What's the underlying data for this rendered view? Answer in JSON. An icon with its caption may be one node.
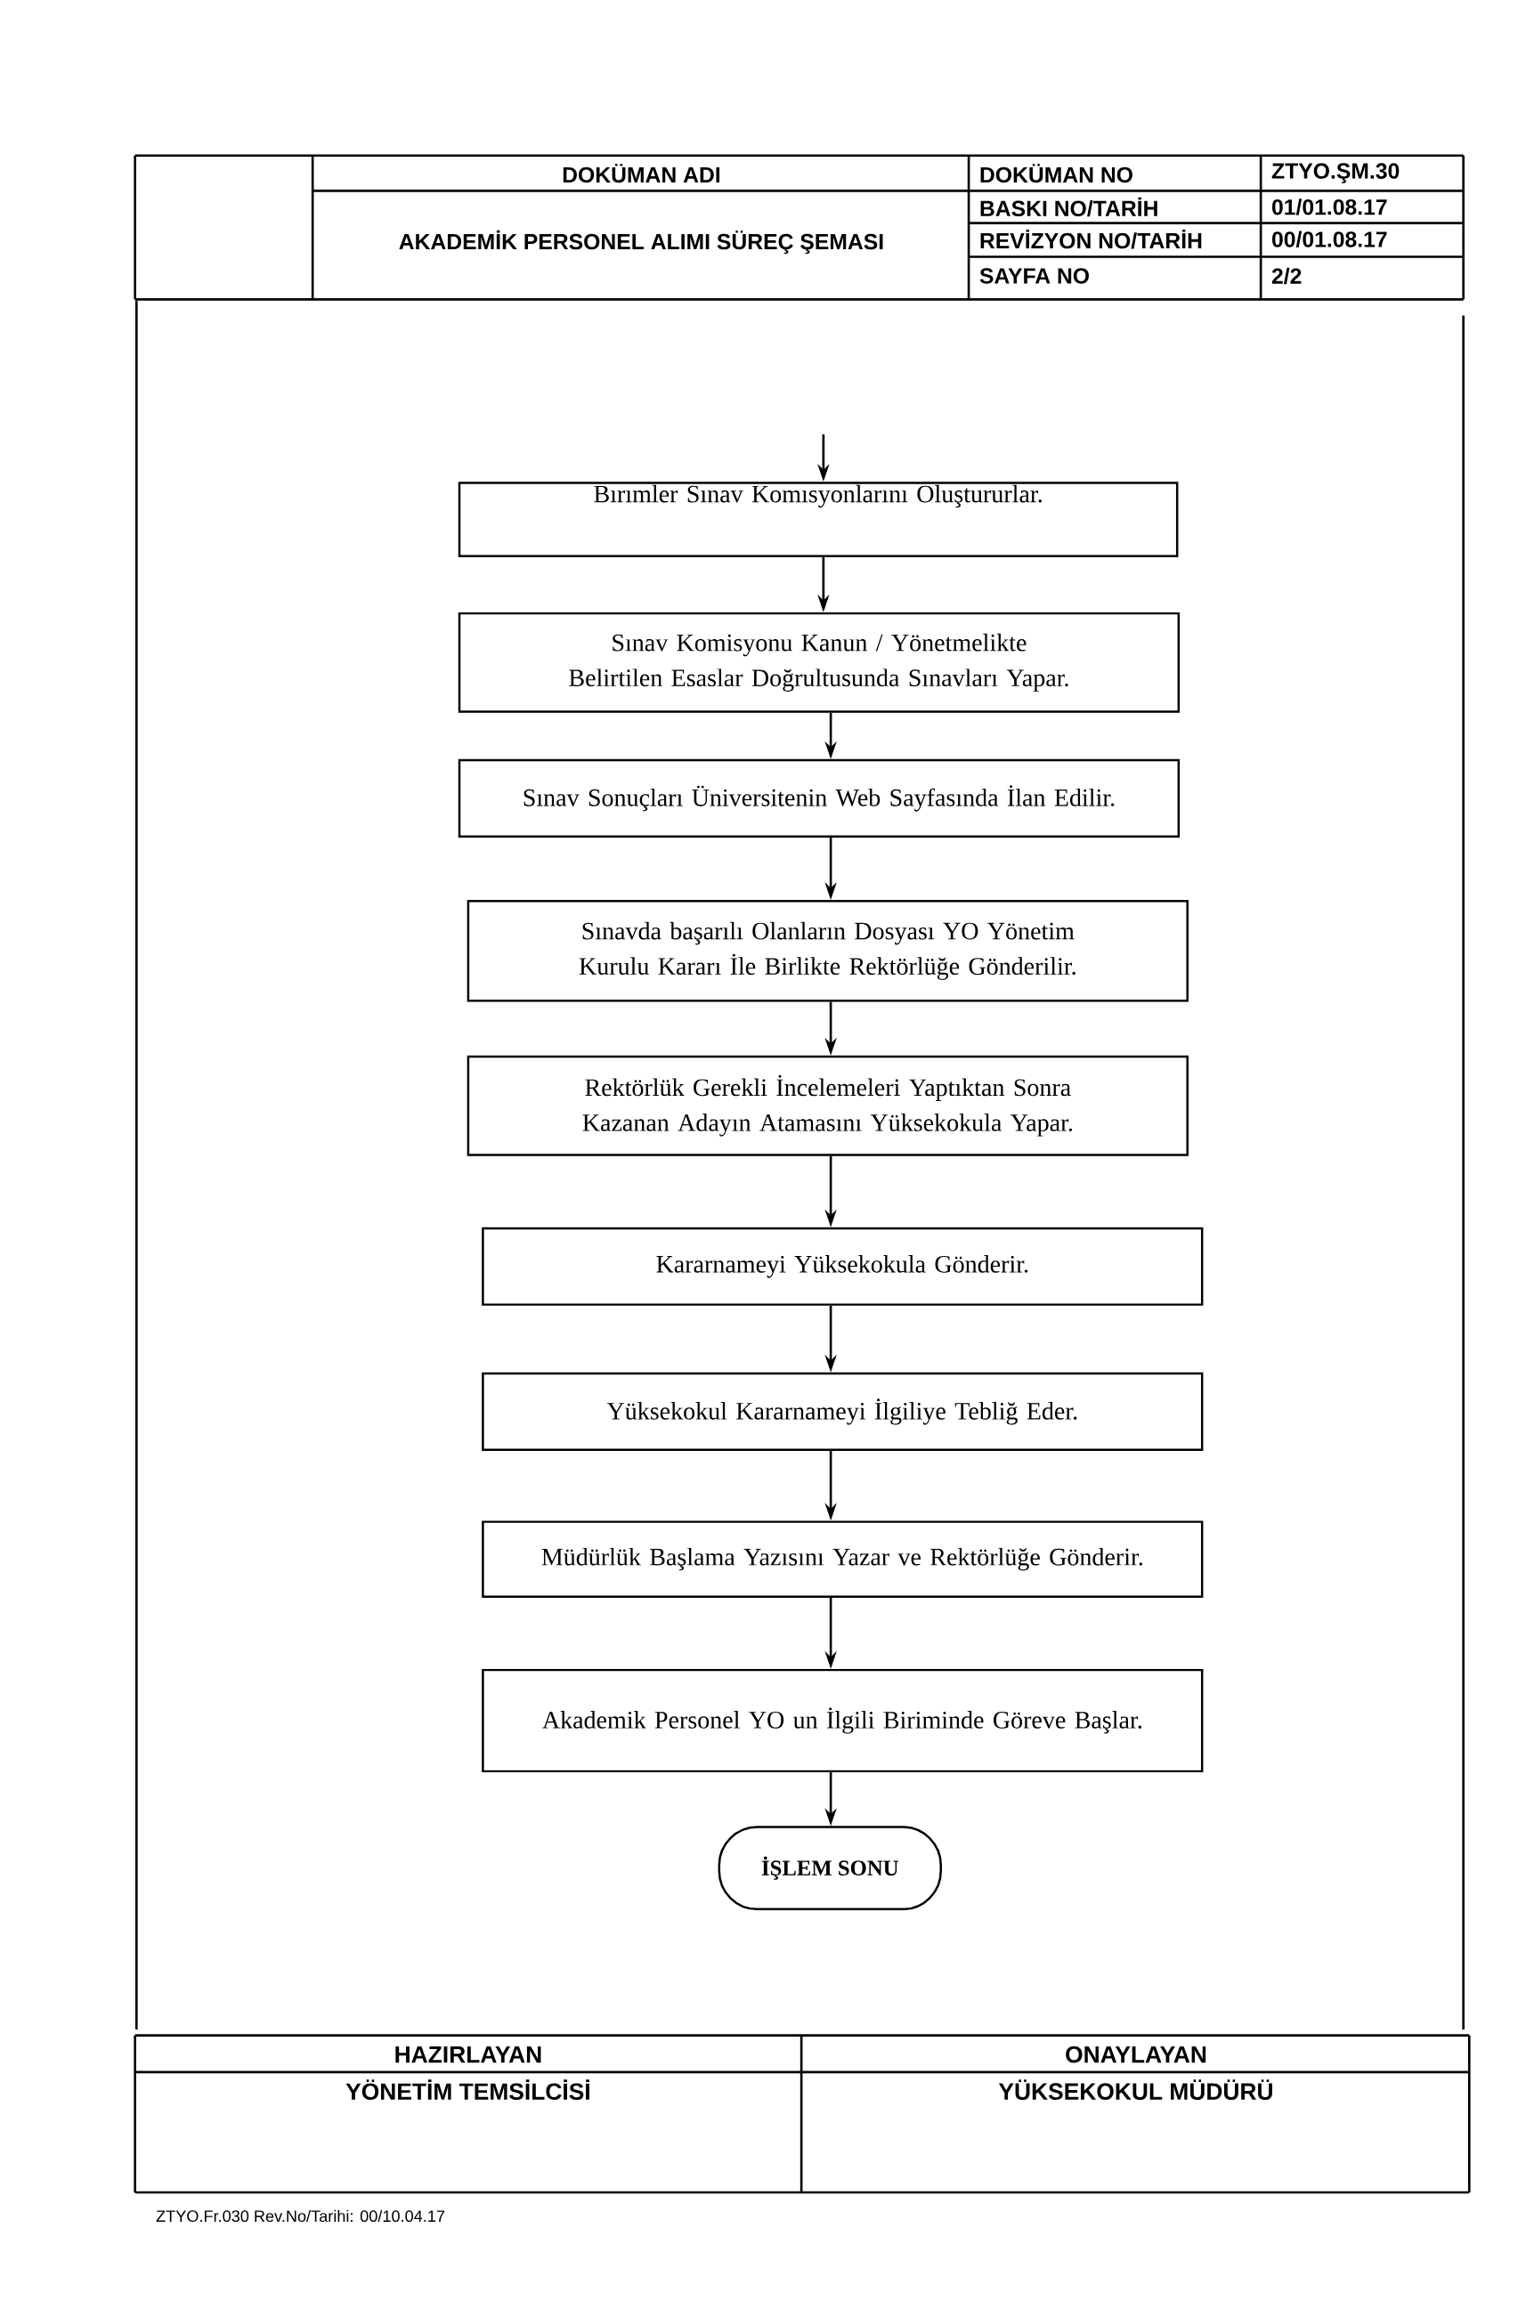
{
  "diagram": {
    "nodes": [
      {
        "text": [
          "Bırımler Sınav Komısyonlarını Oluştururlar."
        ]
      },
      {
        "text": [
          "Sınav Komisyonu Kanun / Yönetmelikte Belirtilen Esaslar Doğrultusunda Sınavları Yapar."
        ]
      },
      {
        "text": [
          "Sınav Sonuçları Üniversitenin Web Sayfasında İlan Edilir."
        ]
      },
      {
        "text": [
          "Sınavda başarılı Olanların Dosyası YO Yönetim Kurulu Kararı İle Birlikte Rektörlüğe Gönderilir."
        ]
      },
      {
        "text": [
          "Rektörlük Gerekli İncelemeleri Yaptıktan Sonra Kazanan Adayın Atamasını Yüksekokula Yapar."
        ]
      },
      {
        "text": [
          "Kararnameyi Yüksekokula Gönderir."
        ]
      },
      {
        "text": [
          "Yüksekokul Kararnameyi İlgiliye Tebliğ Eder."
        ]
      },
      {
        "text": [
          "Müdürlük Başlama Yazısını Yazar ve Rektörlüğe Gönderir."
        ]
      },
      {
        "text": [
          "Akademik Personel YO un İlgili Biriminde Göreve Başlar."
        ]
      },
      {
        "text": [
          "İŞLEM SONU"
        ]
      }
    ],
    "edges": [
      {
        "from": null,
        "to": 0,
        "arrow": "to"
      },
      {
        "from": 0,
        "to": 1,
        "arrow": "to"
      },
      {
        "from": 1,
        "to": 2,
        "arrow": "to"
      },
      {
        "from": 2,
        "to": 3,
        "arrow": "to"
      },
      {
        "from": 3,
        "to": 4,
        "arrow": "to"
      },
      {
        "from": 4,
        "to": 5,
        "arrow": "to"
      },
      {
        "from": 5,
        "to": 6,
        "arrow": "to"
      },
      {
        "from": 6,
        "to": 7,
        "arrow": "to"
      },
      {
        "from": 7,
        "to": 8,
        "arrow": "to"
      },
      {
        "from": 8,
        "to": 9,
        "arrow": "to"
      }
    ],
    "labels": [
      "DOKÜMAN ADI",
      "DOKÜMAN NO",
      "ZTYO.ŞM.30",
      "AKADEMİK PERSONEL ALIMI SÜREÇ ŞEMASI",
      "BASKI NO/TARİH",
      "01/01.08.17",
      "REVİZYON NO/TARİH",
      "00/01.08.17",
      "SAYFA NO",
      "2/2",
      "HAZIRLAYAN",
      "ONAYLAYAN",
      "YÖNETİM TEMSİLCİSİ",
      "YÜKSEKOKUL MÜDÜRÜ",
      "ZTYO.Fr.030 Rev.No/Tarihi: 00/10.04.17"
    ]
  }
}
